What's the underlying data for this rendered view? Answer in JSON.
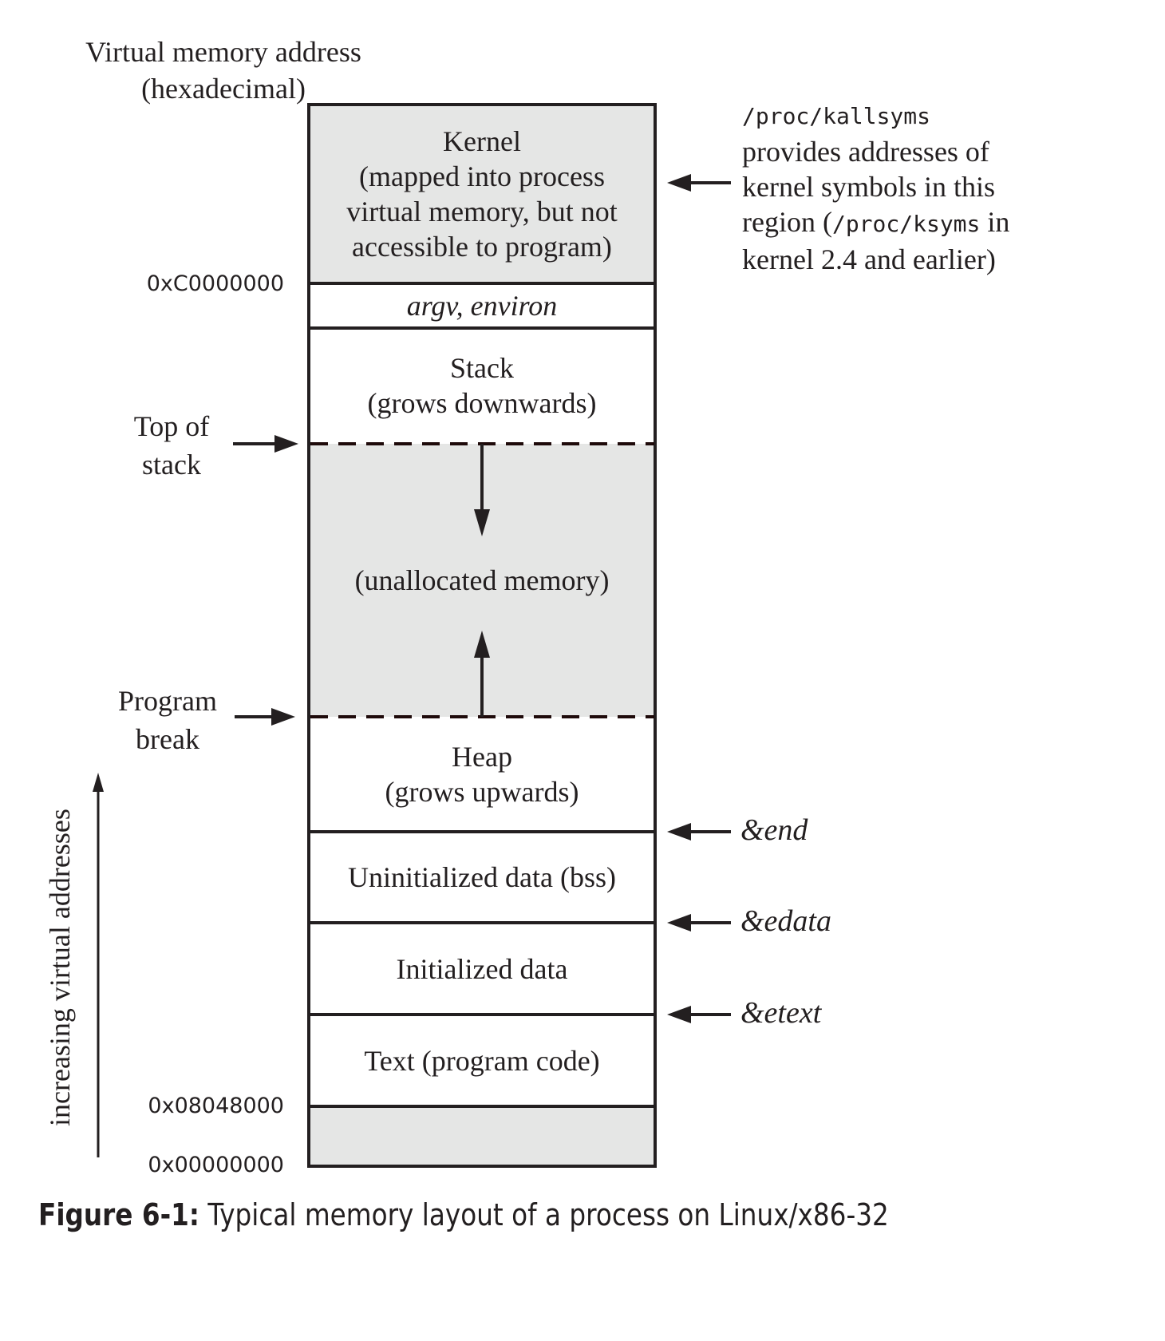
{
  "header": {
    "title_line1": "Virtual memory address",
    "title_line2": "(hexadecimal)"
  },
  "addresses": {
    "kernel_start": "0xC0000000",
    "text_start": "0x08048000",
    "zero": "0x00000000"
  },
  "segments": {
    "kernel": [
      "Kernel",
      "(mapped into process",
      "virtual memory, but not",
      "accessible to program)"
    ],
    "argv_environ": "argv, environ",
    "stack": [
      "Stack",
      "(grows downwards)"
    ],
    "unallocated": "(unallocated memory)",
    "heap": [
      "Heap",
      "(grows upwards)"
    ],
    "bss": "Uninitialized data (bss)",
    "initialized_data": "Initialized data",
    "text": "Text (program code)"
  },
  "left_pointers": {
    "top_of_stack": [
      "Top of",
      "stack"
    ],
    "program_break": [
      "Program",
      "break"
    ]
  },
  "right_pointers": {
    "end": "&end",
    "edata": "&edata",
    "etext": "&etext"
  },
  "kernel_note": {
    "path": "/proc/kallsyms",
    "line1": "provides addresses of",
    "line2": "kernel symbols in this",
    "line3_pre": "region (",
    "line3_code": "/proc/ksyms",
    "line3_post": " in",
    "line4": "kernel 2.4 and earlier)"
  },
  "axis_label": "increasing virtual addresses",
  "caption": {
    "label": "Figure 6-1:",
    "text": " Typical memory layout of a process on Linux/x86-32"
  },
  "colors": {
    "gray_fill": "#e5e6e5",
    "ink": "#231f20"
  }
}
